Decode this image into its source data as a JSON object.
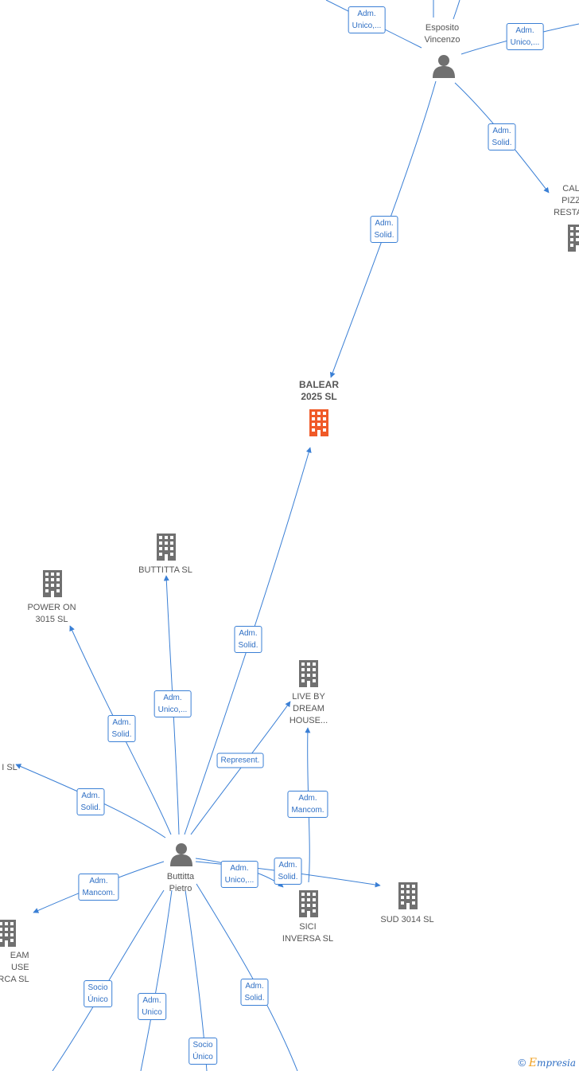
{
  "colors": {
    "edge": "#3a7fd5",
    "building": "#707070",
    "main_building": "#f05a28",
    "person": "#707070"
  },
  "nodes": {
    "esposito": {
      "name": "Esposito Vincenzo",
      "lines": [
        "Esposito",
        "Vincenzo"
      ],
      "icon": "person-icon"
    },
    "calpizza": {
      "name": "CAL PIZZ RESTAU",
      "lines": [
        "CAL",
        "PIZZ",
        "RESTAU"
      ],
      "icon": "building-icon"
    },
    "balear": {
      "name": "BALEAR 2025 SL",
      "lines": [
        "BALEAR",
        "2025  SL"
      ],
      "icon": "building-icon"
    },
    "buttitta_sl": {
      "name": "BUTTITTA SL",
      "lines": [
        "BUTTITTA  SL"
      ],
      "icon": "building-icon"
    },
    "poweron": {
      "name": "POWER ON 3015 SL",
      "lines": [
        "POWER ON",
        "3015  SL"
      ],
      "icon": "building-icon"
    },
    "livebydream": {
      "name": "LIVE BY DREAM HOUSE...",
      "lines": [
        "LIVE BY",
        "DREAM",
        "HOUSE..."
      ],
      "icon": "building-icon"
    },
    "sl_left": {
      "name": "SL",
      "lines": [
        "I  SL"
      ],
      "icon": "building-icon"
    },
    "buttitta_pietro": {
      "name": "Buttitta Pietro",
      "lines": [
        "Buttitta",
        "Pietro"
      ],
      "icon": "person-icon"
    },
    "sici": {
      "name": "SICI INVERSA SL",
      "lines": [
        "SICI",
        "INVERSA SL"
      ],
      "icon": "building-icon"
    },
    "sud3014": {
      "name": "SUD 3014 SL",
      "lines": [
        "SUD 3014  SL"
      ],
      "icon": "building-icon"
    },
    "dreamhouse": {
      "name": "DREAM HOUSE ... RCA SL",
      "lines": [
        "EAM",
        "USE",
        "RCA  SL"
      ],
      "icon": "building-icon"
    }
  },
  "edge_labels": [
    {
      "id": "e1",
      "lines": [
        "Adm.",
        "Unico,..."
      ]
    },
    {
      "id": "e2",
      "lines": [
        "Adm.",
        "Unico,..."
      ]
    },
    {
      "id": "e3",
      "lines": [
        "Adm.",
        "Solid."
      ]
    },
    {
      "id": "e4",
      "lines": [
        "Adm.",
        "Solid."
      ]
    },
    {
      "id": "e5",
      "lines": [
        "Adm.",
        "Solid."
      ]
    },
    {
      "id": "e6",
      "lines": [
        "Adm.",
        "Unico,..."
      ]
    },
    {
      "id": "e7",
      "lines": [
        "Adm.",
        "Solid."
      ]
    },
    {
      "id": "e8",
      "lines": [
        "Represent."
      ]
    },
    {
      "id": "e9",
      "lines": [
        "Adm.",
        "Solid."
      ]
    },
    {
      "id": "e10",
      "lines": [
        "Adm.",
        "Mancom."
      ]
    },
    {
      "id": "e11",
      "lines": [
        "Adm.",
        "Unico,..."
      ]
    },
    {
      "id": "e12",
      "lines": [
        "Adm.",
        "Solid."
      ]
    },
    {
      "id": "e13",
      "lines": [
        "Adm.",
        "Mancom."
      ]
    },
    {
      "id": "e14",
      "lines": [
        "Socio",
        "Único"
      ]
    },
    {
      "id": "e15",
      "lines": [
        "Adm.",
        "Unico"
      ]
    },
    {
      "id": "e16",
      "lines": [
        "Socio",
        "Único"
      ]
    },
    {
      "id": "e17",
      "lines": [
        "Adm.",
        "Solid."
      ]
    }
  ],
  "footer": {
    "copyright": "©",
    "brand_initial": "E",
    "brand_rest": "mpresia"
  }
}
